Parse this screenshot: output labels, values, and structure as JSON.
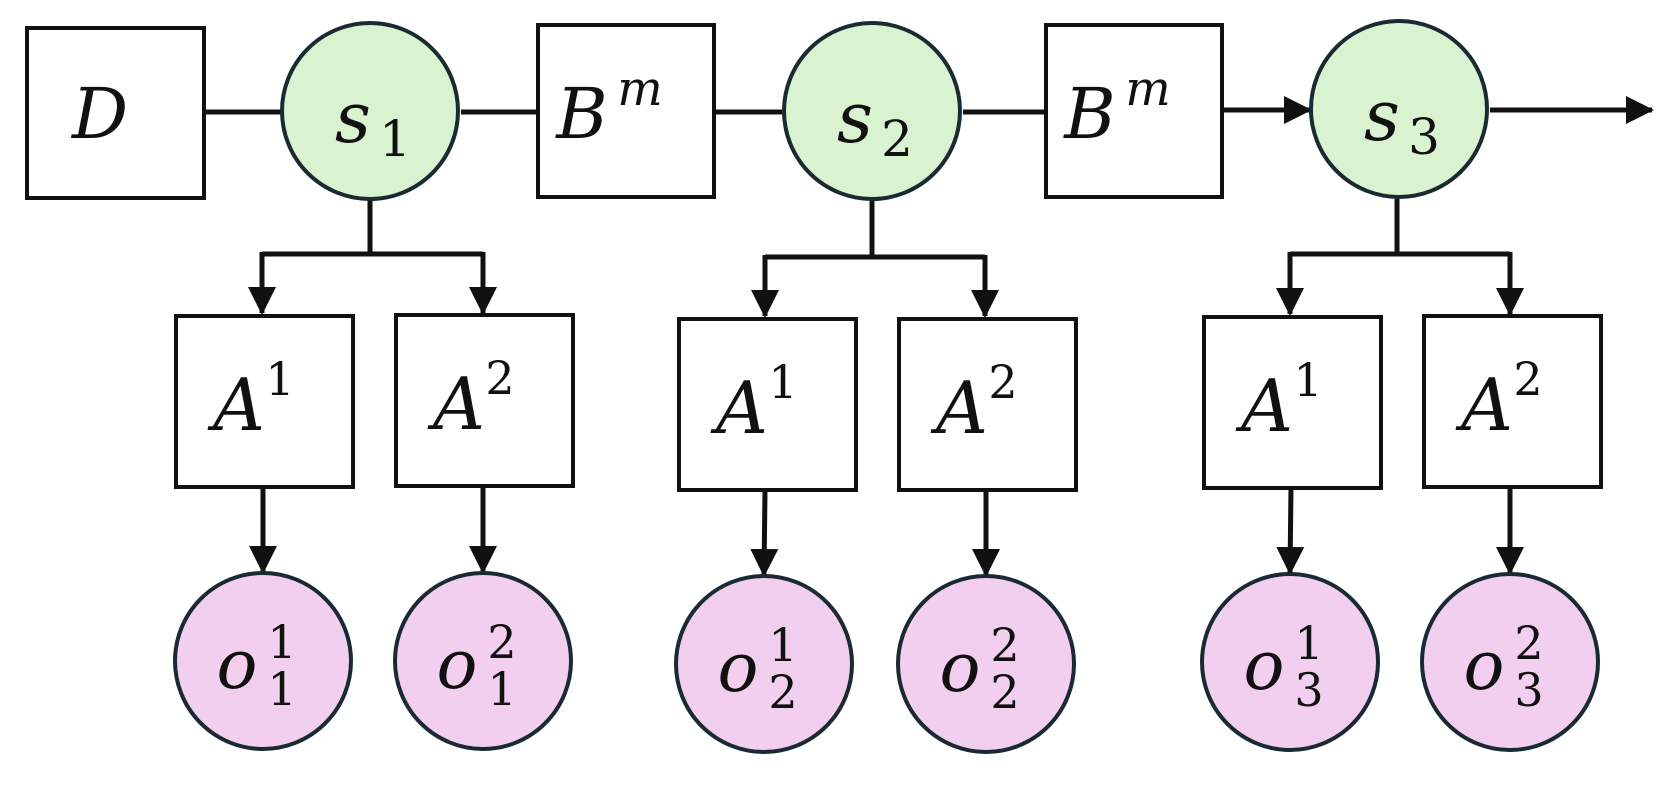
{
  "colors": {
    "state_fill": "#d9f2d0",
    "observation_fill": "#f2cfee",
    "box_fill": "#ffffff",
    "stroke": "#111111"
  },
  "top_row": {
    "prior_box": {
      "symbol": "D"
    },
    "transition_box": {
      "symbol": "B",
      "superscript": "m"
    }
  },
  "states": [
    {
      "symbol": "s",
      "subscript": "1"
    },
    {
      "symbol": "s",
      "subscript": "2"
    },
    {
      "symbol": "s",
      "subscript": "3"
    }
  ],
  "likelihood_boxes": [
    {
      "symbol": "A",
      "superscript": "1"
    },
    {
      "symbol": "A",
      "superscript": "2"
    }
  ],
  "observations": [
    [
      {
        "symbol": "o",
        "superscript": "1",
        "subscript": "1"
      },
      {
        "symbol": "o",
        "superscript": "2",
        "subscript": "1"
      }
    ],
    [
      {
        "symbol": "o",
        "superscript": "1",
        "subscript": "2"
      },
      {
        "symbol": "o",
        "superscript": "2",
        "subscript": "2"
      }
    ],
    [
      {
        "symbol": "o",
        "superscript": "1",
        "subscript": "3"
      },
      {
        "symbol": "o",
        "superscript": "2",
        "subscript": "3"
      }
    ]
  ]
}
